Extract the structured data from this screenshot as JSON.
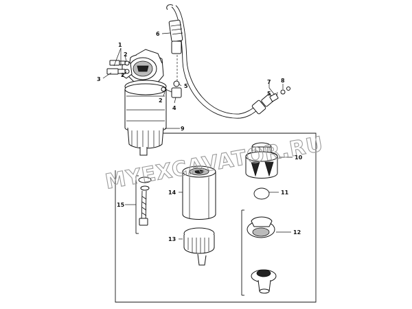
{
  "watermark": "MYEXCAVATOR.RU",
  "callouts": {
    "c1": "1",
    "c2a": "2",
    "c2b": "2",
    "c2c": "2",
    "c3": "3",
    "c4": "4",
    "c5a": "5",
    "c5b": "5",
    "c6": "6",
    "c7": "7",
    "c8": "8",
    "c9": "9",
    "c10": "10",
    "c11": "11",
    "c12": "12",
    "c13": "13",
    "c14": "14",
    "c15": "15"
  }
}
